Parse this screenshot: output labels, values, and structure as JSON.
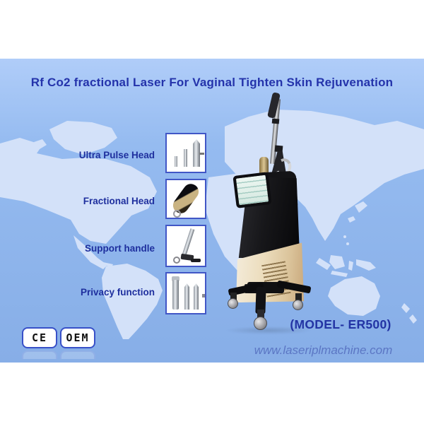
{
  "banner": {
    "title": "Rf Co2 fractional Laser For Vaginal Tighten Skin Rejuvenation"
  },
  "features": [
    {
      "label": "Ultra Pulse Head",
      "icon": "ultra-pulse-head-photo"
    },
    {
      "label": "Fractional Head",
      "icon": "fractional-head-photo"
    },
    {
      "label": "Support handle",
      "icon": "support-handle-photo"
    },
    {
      "label": "Privacy function",
      "icon": "privacy-function-photo"
    }
  ],
  "certifications": [
    {
      "label": "CE"
    },
    {
      "label": "OEM"
    }
  ],
  "model_text": "(MODEL- ER500)",
  "website": "www.laseriplmachine.com",
  "colors": {
    "title_text": "#2433ab",
    "label_text": "#1e2f9e",
    "map_ocean_top": "#b0cdf9",
    "map_ocean_bottom": "#87aee7",
    "map_continent": "#d3e1f9",
    "thumb_border": "#4156c6",
    "badge_border": "#3850c8",
    "machine_body_beige": "#e9d9b8",
    "machine_tower_black": "#17171a",
    "website_text": "#5b76c4"
  }
}
